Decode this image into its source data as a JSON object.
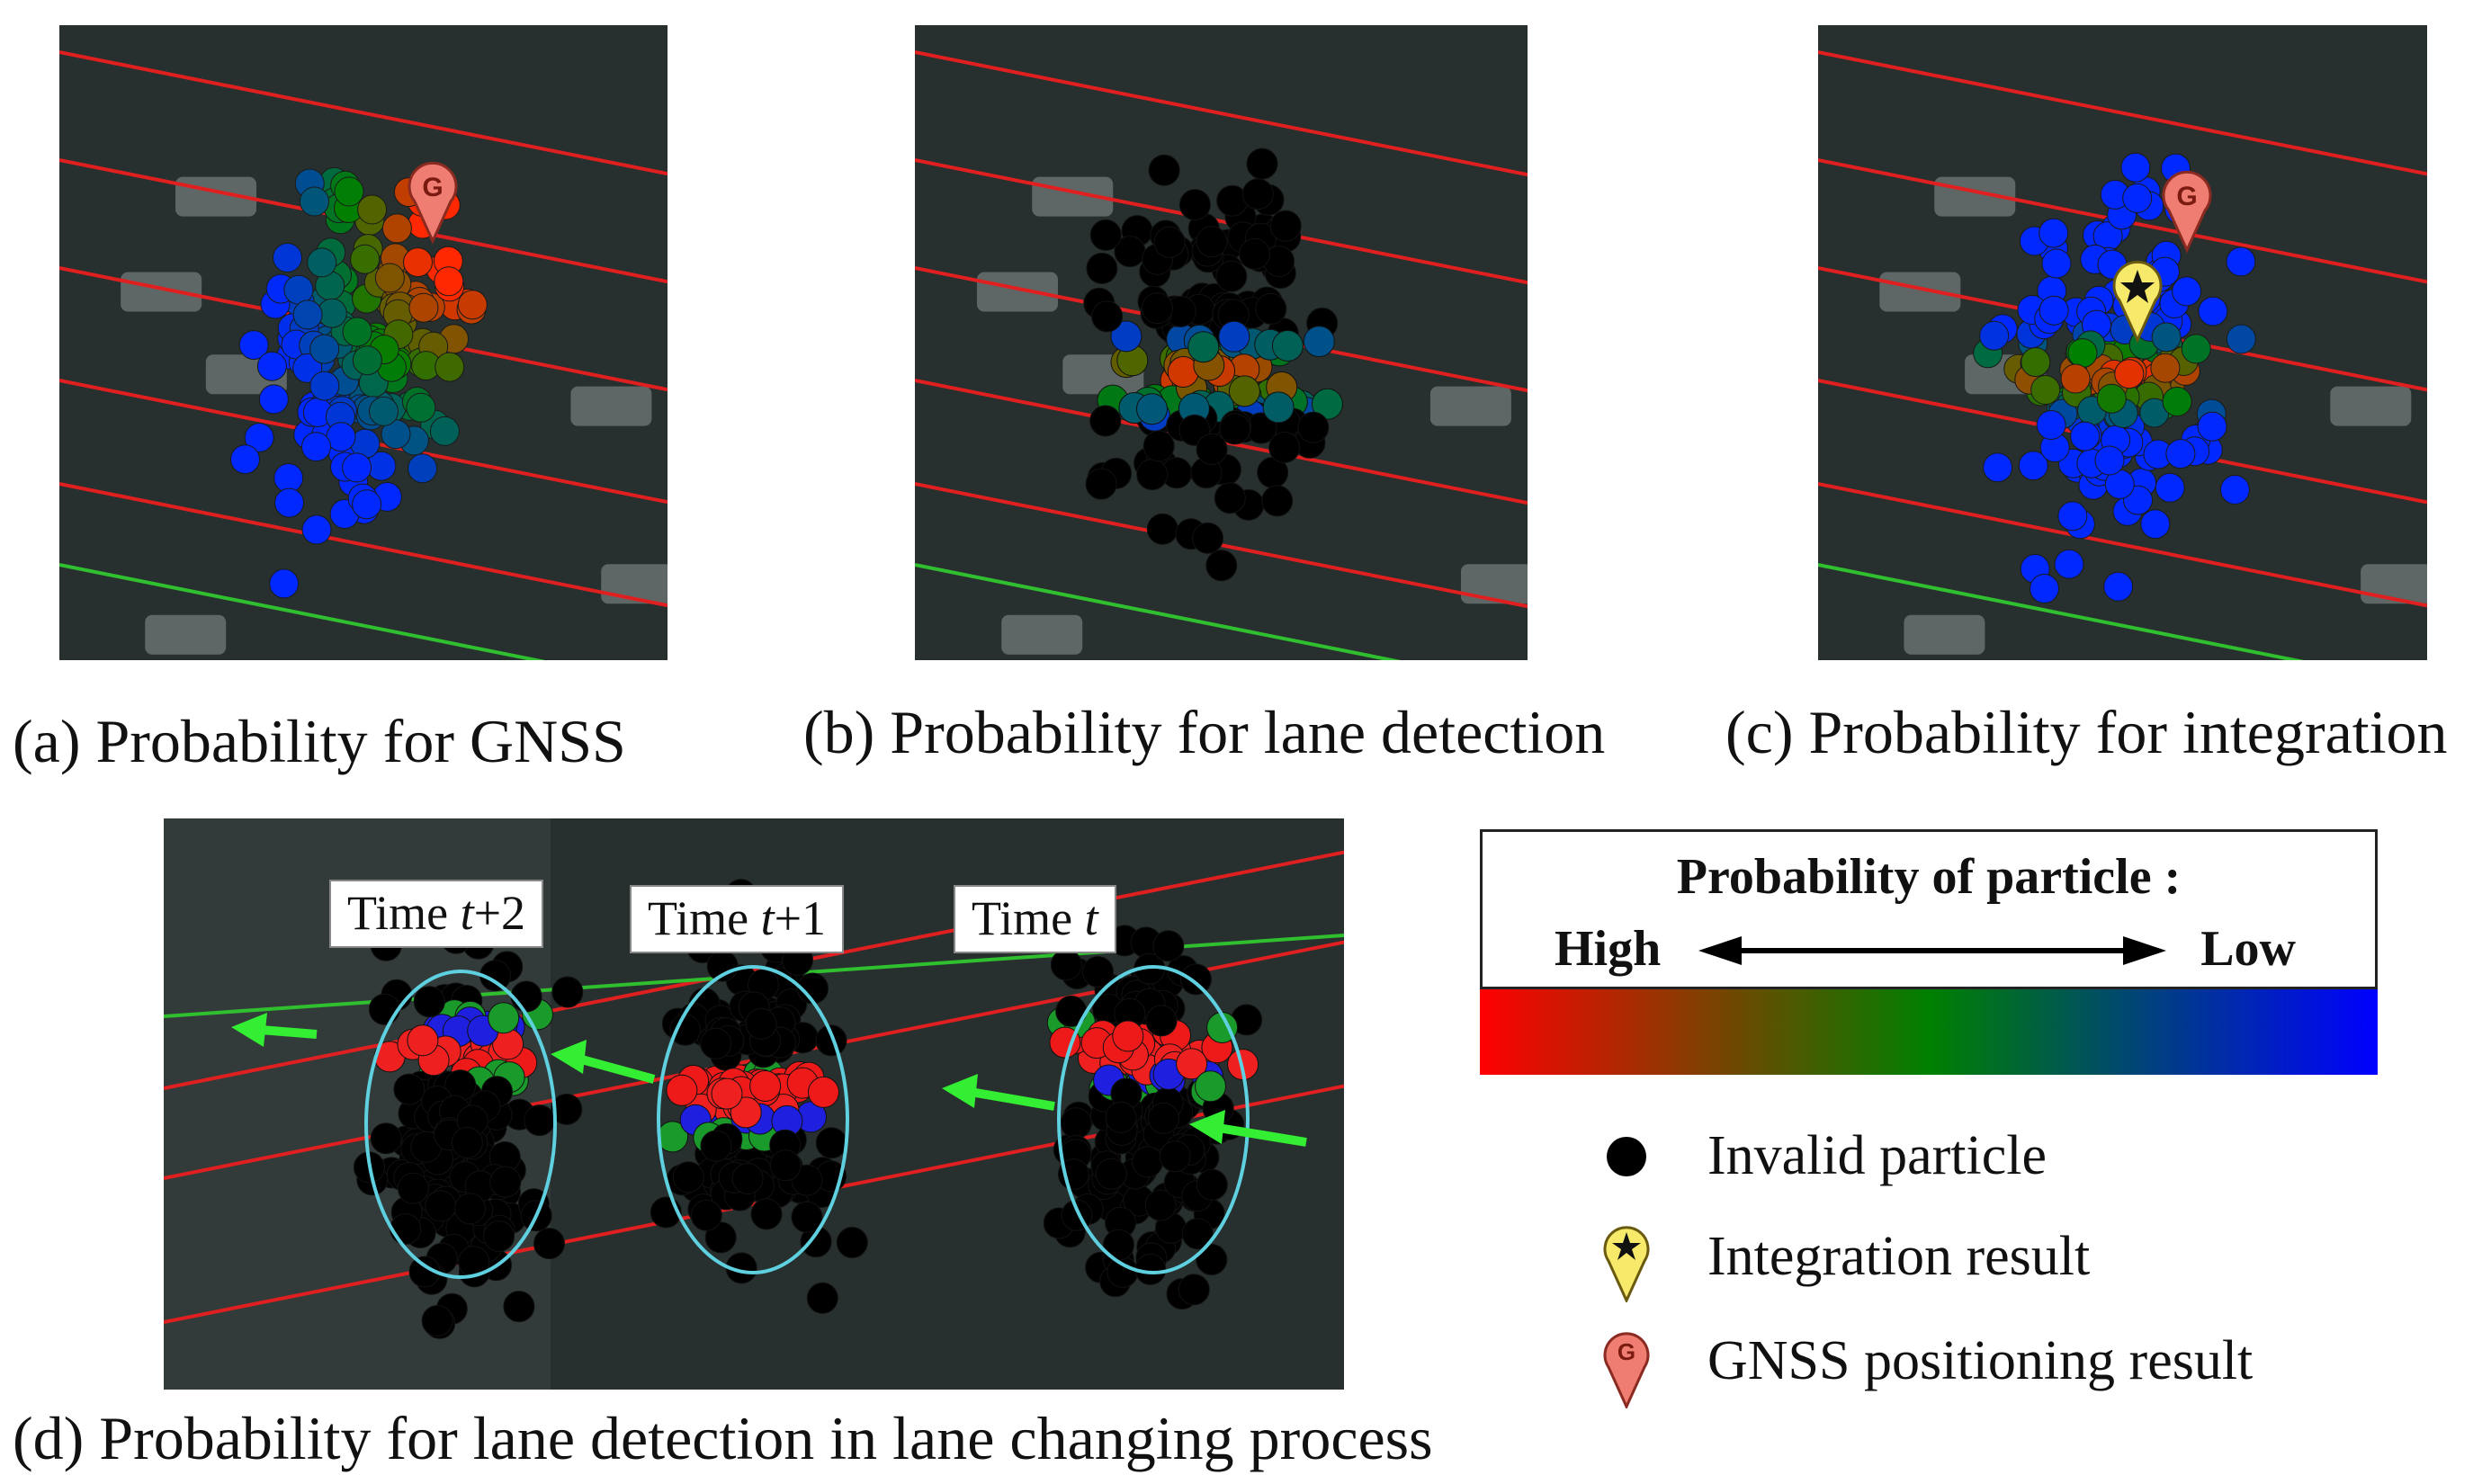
{
  "panels": {
    "a": {
      "caption": "(a) Probability for GNSS",
      "marker": "G"
    },
    "b": {
      "caption": "(b) Probability for lane detection"
    },
    "c": {
      "caption": "(c) Probability for integration",
      "marker": "G"
    },
    "d": {
      "caption": "(d) Probability for lane detection in lane changing process",
      "time_labels": [
        {
          "prefix": "Time ",
          "var": "t",
          "suffix": "+2"
        },
        {
          "prefix": "Time ",
          "var": "t",
          "suffix": "+1"
        },
        {
          "prefix": "Time ",
          "var": "t",
          "suffix": ""
        }
      ]
    }
  },
  "legend": {
    "title": "Probability of particle :",
    "high": "High",
    "low": "Low",
    "gradient_colors": [
      "#ff0000",
      "#008000",
      "#0000ff"
    ],
    "items": [
      {
        "icon": "black-dot-icon",
        "label": "Invalid particle"
      },
      {
        "icon": "star-pin-icon",
        "label": "Integration result"
      },
      {
        "icon": "gnss-pin-icon",
        "label": "GNSS positioning result"
      }
    ]
  },
  "colors": {
    "lane_line": "#e02020",
    "road_edge": "#2fbf2f",
    "ellipse": "#5fd0e0",
    "arrow": "#33ee33",
    "gnss_pin": "#ef7d72",
    "integration_pin": "#f7e96a"
  }
}
